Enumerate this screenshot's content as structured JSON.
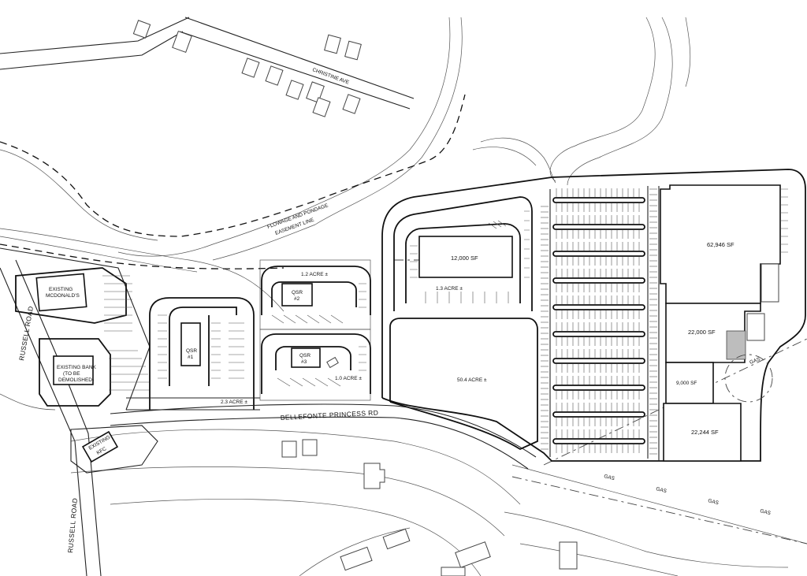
{
  "labels": {
    "christine_ave": "CHRISTINE AVE",
    "flowage_line1": "FLOWAGE AND PONDAGE",
    "flowage_line2": "EASEMENT LINE",
    "existing_mcdonalds_1": "EXISTING",
    "existing_mcdonalds_2": "MCDONALD'S",
    "existing_bank_1": "EXISTING BANK",
    "existing_bank_2": "(TO BE",
    "existing_bank_3": "DEMOLISHED)",
    "russell_road_upper": "RUSSELL ROAD",
    "russell_road_lower": "RUSSELL ROAD",
    "existing_kfc_1": "EXISTING",
    "existing_kfc_2": "KFC",
    "bellefonte": "BELLEFONTE PRINCESS RD",
    "qsr1_1": "QSR",
    "qsr1_2": "#1",
    "qsr2_1": "QSR",
    "qsr2_2": "#2",
    "qsr3_1": "QSR",
    "qsr3_2": "#3",
    "acre_qsr2": "1.2 ACRE ±",
    "acre_qsr3": "1.0 ACRE ±",
    "acre_qsr1": "2.3 ACRE ±",
    "acre_12000": "1.3 ACRE ±",
    "acre_main": "50.4 ACRE ±",
    "bldg_12000": "12,000 SF",
    "bldg_62946": "62,946 SF",
    "bldg_22000": "22,000 SF",
    "bldg_9000": "9,000 SF",
    "bldg_22244": "22,244 SF",
    "gas_1": "GAS",
    "gas_2": "GAS",
    "gas_3": "GAS",
    "gas_4": "GAS",
    "gas_5": "GAS"
  }
}
